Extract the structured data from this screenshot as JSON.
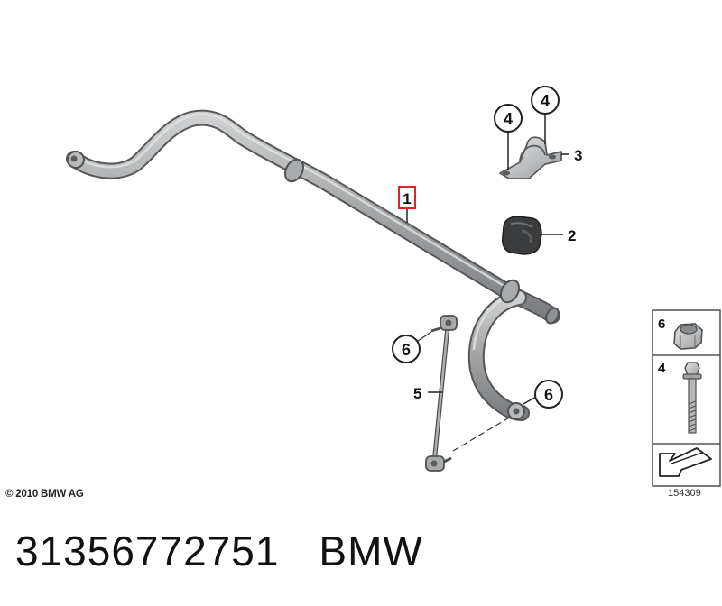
{
  "callouts": {
    "c1": "1",
    "c2": "2",
    "c3": "3",
    "c4a": "4",
    "c4b": "4",
    "c5": "5",
    "c6a": "6",
    "c6b": "6",
    "legend_c6": "6",
    "legend_c4": "4"
  },
  "footer": {
    "copyright": "© 2010 BMW AG",
    "diagram_number": "154309",
    "part_number": "31356772751",
    "brand": "BMW"
  },
  "colors": {
    "bar": "#a4a6a8",
    "bar_outline": "#5c5e60",
    "highlight_box": "#d9262b"
  }
}
